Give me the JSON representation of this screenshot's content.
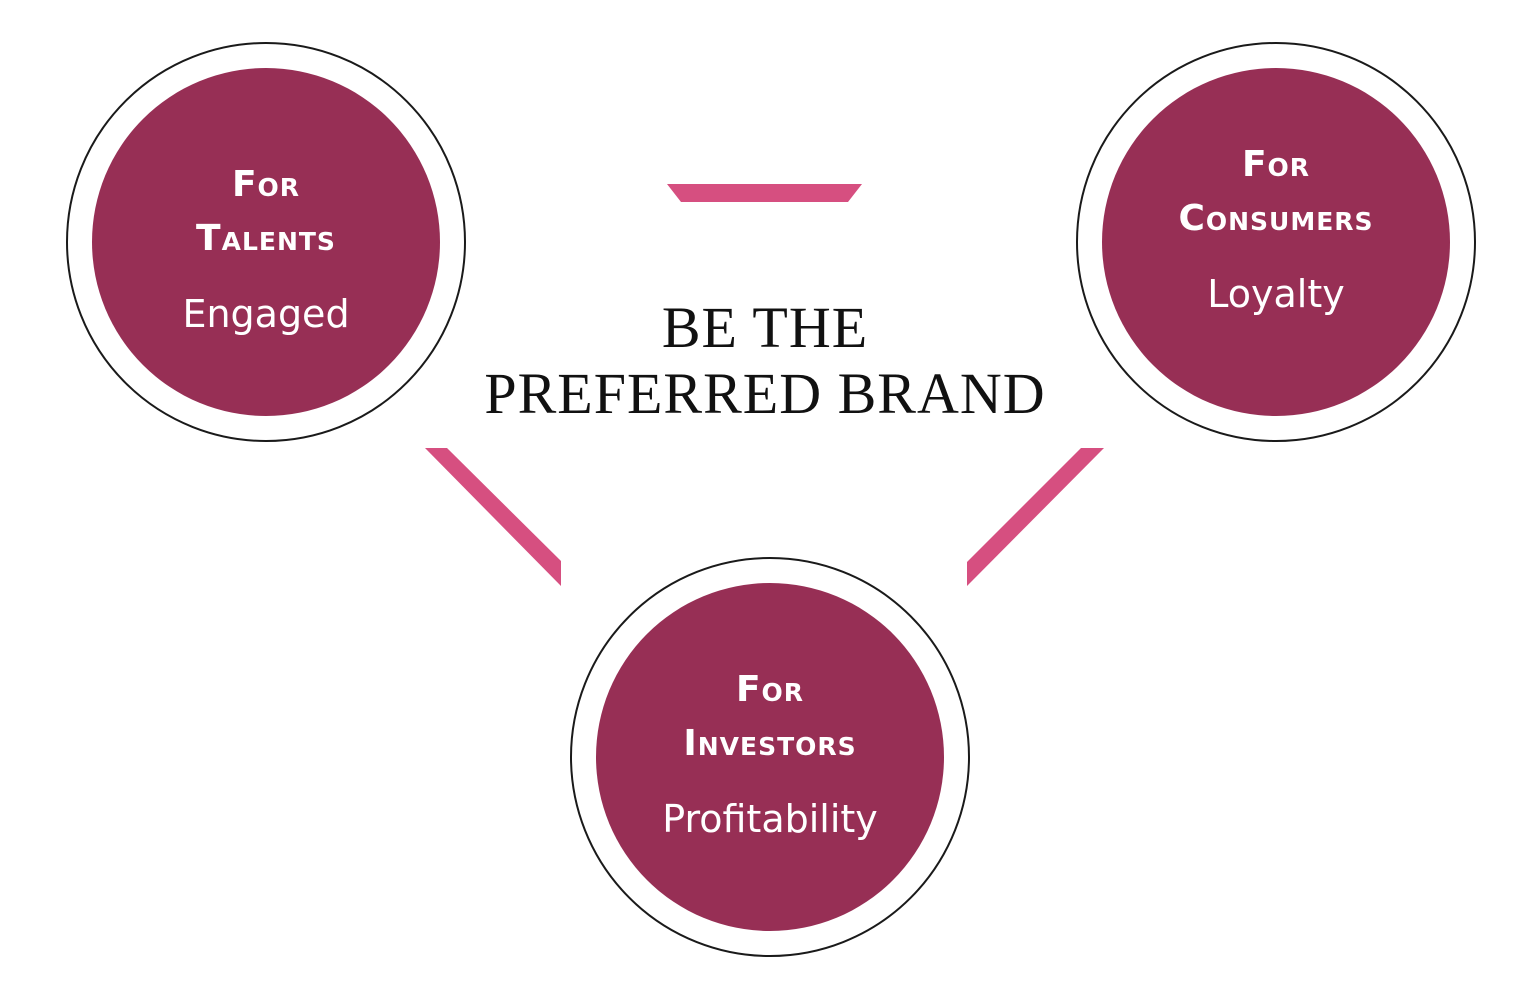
{
  "center": {
    "line1": "BE THE",
    "line2": "PREFERRED BRAND"
  },
  "nodes": {
    "talents": {
      "title_line1": "For",
      "title_line2": "Talents",
      "subtitle": "Engaged"
    },
    "consumers": {
      "title_line1": "For",
      "title_line2": "Consumers",
      "subtitle": "Loyalty"
    },
    "investors": {
      "title_line1": "For",
      "title_line2": "Investors",
      "subtitle": "Profitability"
    }
  },
  "colors": {
    "circle_fill": "#972f55",
    "connector": "#d64f80",
    "ring": "#1a1a1a",
    "background": "#ffffff"
  }
}
